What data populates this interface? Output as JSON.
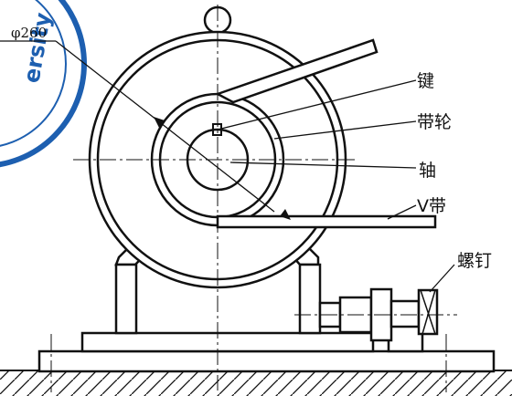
{
  "diagram": {
    "dimension": "φ260",
    "labels": {
      "key": "键",
      "pulley": "带轮",
      "shaft": "轴",
      "vbelt": "V带",
      "screw": "螺钉"
    },
    "stamp_text": "ersity",
    "colors": {
      "line": "#111111",
      "stamp": "#1d5fb0",
      "background": "#ffffff"
    }
  }
}
